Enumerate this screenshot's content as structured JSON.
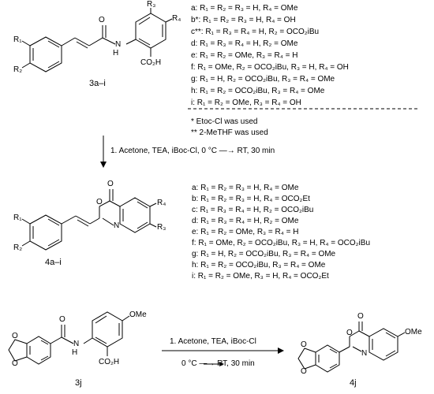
{
  "compounds": {
    "top": "3a–i",
    "middle": "4a–i",
    "bottom_left": "3j",
    "bottom_right": "4j"
  },
  "substituents_3": [
    "a:  R₁ = R₂ = R₃ = H, R₄ = OMe",
    "b*:  R₁ = R₂ = R₃ = H, R₄ = OH",
    "c**: R₁ = R₃ = R₄ = H, R₂ = OCO₂iBu",
    "d:  R₁ = R₃ = R₄ = H, R₂ = OMe",
    "e:  R₁ = R₂ = OMe, R₃ = R₄ = H",
    "f:  R₁ = OMe, R₂ = OCO₂iBu, R₃ = H, R₄ = OH",
    "g:  R₁ = H, R₂ = OCO₂iBu, R₃ = R₄ = OMe",
    "h:  R₁ = R₂ = OCO₂iBu, R₃ = R₄ = OMe",
    "i:  R₁ = R₂ = OMe, R₃ = R₄ = OH"
  ],
  "notes": [
    "* Etoc-Cl was used",
    "** 2-MeTHF was used"
  ],
  "conditions_1": "1. Acetone, TEA, iBoc-Cl, 0 °C —→ RT, 30 min",
  "substituents_4": [
    "a: R₁ = R₂ = R₃ = H, R₄ = OMe",
    "b: R₁ = R₂ = R₃ = H, R₄ = OCO₂Et",
    "c: R₁ = R₃ = R₄ = H, R₂ = OCO₂iBu",
    "d: R₁ = R₃ = R₄ = H, R₂ = OMe",
    "e: R₁ = R₂ = OMe, R₃ = R₄ = H",
    "f:  R₁ = OMe, R₂ = OCO₂iBu, R₃ = H, R₄ = OCO₂iBu",
    "g: R₁ = H, R₂ = OCO₂iBu, R₃ = R₄ = OMe",
    "h: R₁ = R₂ = OCO₂iBu, R₃ = R₄ = OMe",
    "i:  R₁ = R₂ = OMe, R₃ = H, R₄ = OCO₂Et"
  ],
  "conditions_2_line1": "1. Acetone, TEA, iBoc-Cl",
  "conditions_2_line2": "0 °C —→ RT, 30 min",
  "atoms": {
    "R1": "R₁",
    "R2": "R₂",
    "R3": "R₃",
    "R4": "R₄",
    "O": "O",
    "N": "N",
    "H": "H",
    "NH": "N",
    "CO2H": "CO₂H",
    "OMe": "OMe"
  }
}
